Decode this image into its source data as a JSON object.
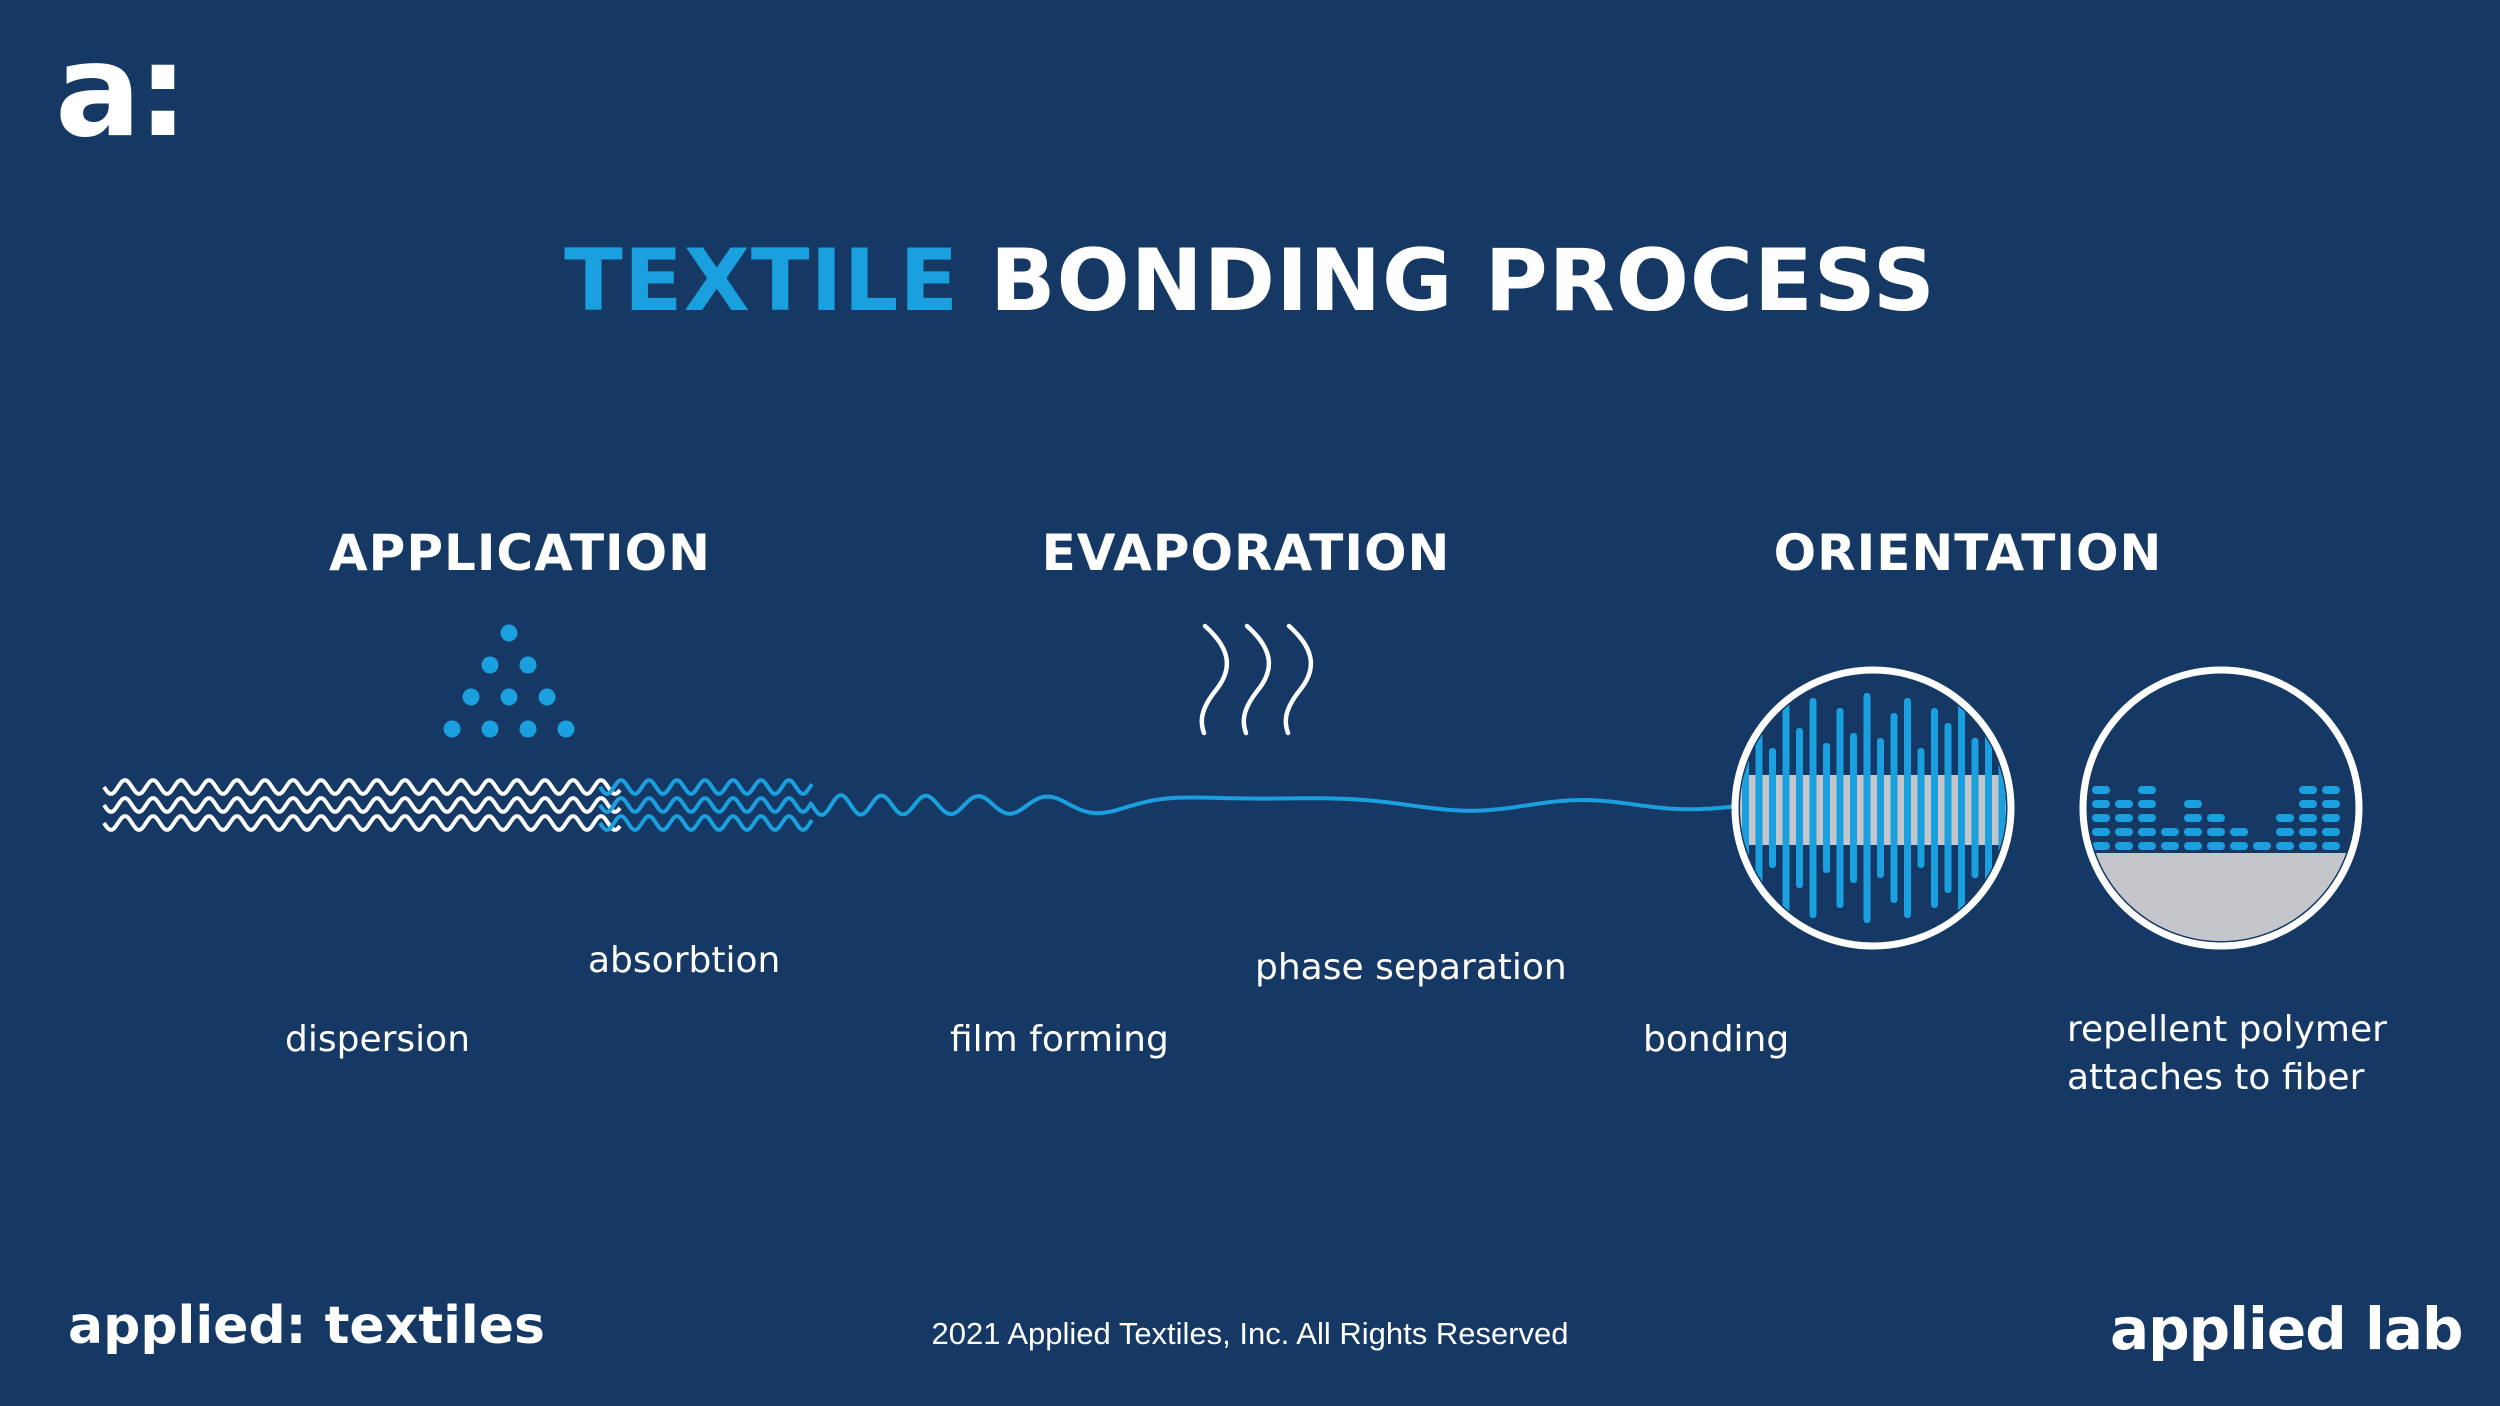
{
  "logo": {
    "mark": "a:"
  },
  "title": {
    "accent": "TEXTILE",
    "rest": " BONDING PROCESS"
  },
  "stages": [
    {
      "heading": "APPLICATION"
    },
    {
      "heading": "EVAPORATION"
    },
    {
      "heading": "ORIENTATION"
    }
  ],
  "labels": {
    "dispersion": "dispersion",
    "absorbtion": "absorbtion",
    "film_forming": "film forming",
    "phase_separation": "phase separation",
    "bonding": "bonding",
    "repellent_line1": "repellent polymer",
    "repellent_line2": "attaches to fiber"
  },
  "footer": {
    "brand_left": "applied: textiles",
    "copyright": "2021 Applied Textiles, Inc. All Rights Reserved",
    "brand_right": "applied lab"
  },
  "colors": {
    "background": "#153864",
    "accent": "#1aa0de",
    "white": "#ffffff",
    "grey": "#c4c6cb"
  }
}
